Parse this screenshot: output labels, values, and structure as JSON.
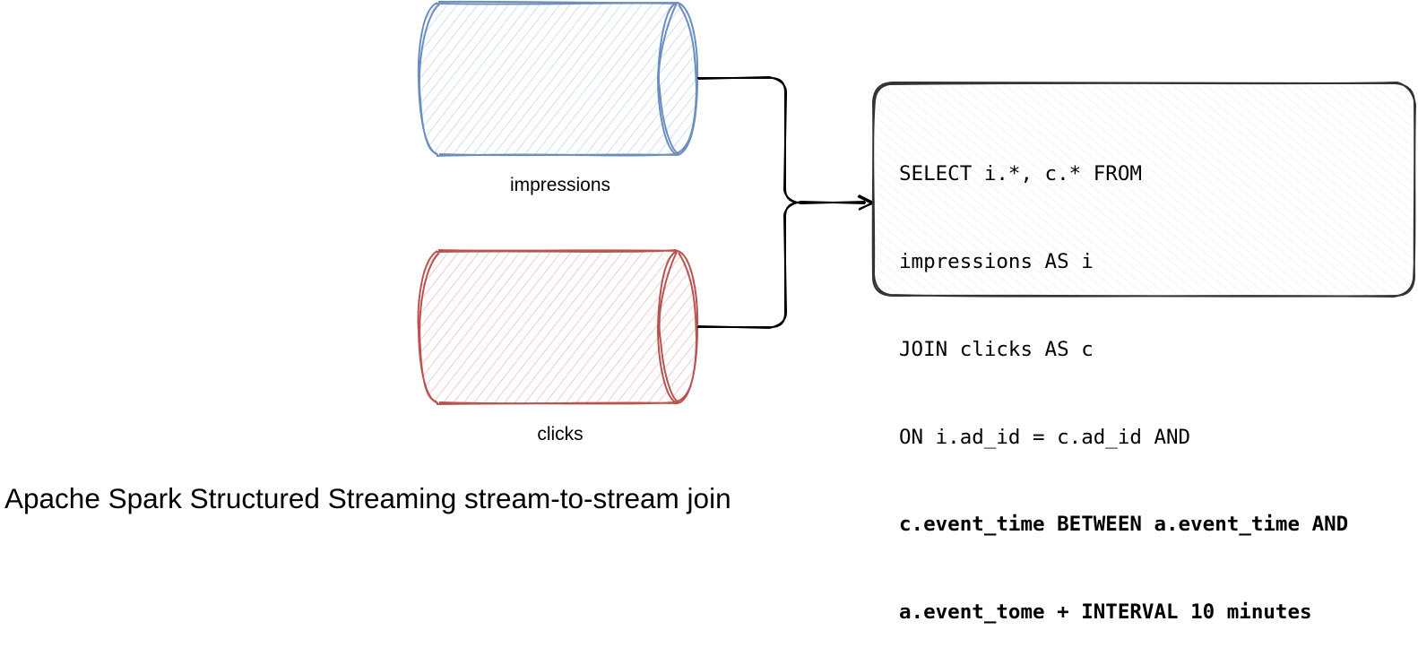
{
  "colors": {
    "impressions_stroke": "#6c8ebf",
    "impressions_fill": "#dae8fc",
    "clicks_stroke": "#b85450",
    "clicks_fill": "#f8cecc",
    "query_stroke": "#333333",
    "query_fill": "#f5f5f5",
    "edge": "#000000"
  },
  "nodes": {
    "impressions": {
      "label": "impressions"
    },
    "clicks": {
      "label": "clicks"
    }
  },
  "query": {
    "lines": [
      "SELECT i.*, c.* FROM",
      "impressions AS i",
      "JOIN clicks AS c",
      "ON i.ad_id = c.ad_id AND",
      "c.event_time BETWEEN a.event_time AND",
      "a.event_tome + INTERVAL 10 minutes"
    ]
  },
  "caption": "Apache Spark Structured Streaming stream-to-stream join"
}
